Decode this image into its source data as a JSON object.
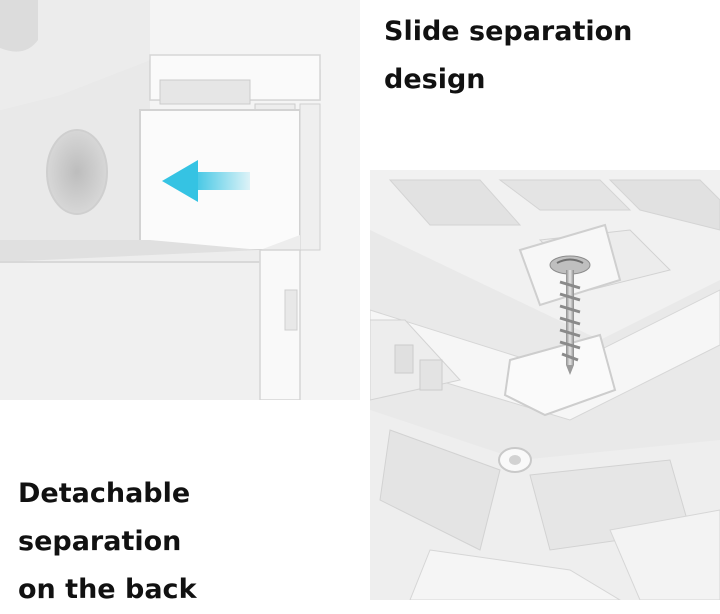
{
  "captions": {
    "top": "Slide separation\ndesign",
    "bottom": "Detachable separation\non the back"
  },
  "photos": {
    "top": {
      "subject": "white storage box with slide-in separator",
      "arrow_icon": "left-arrow-icon",
      "arrow_color": "#35c3e3"
    },
    "bottom": {
      "subject": "back of white separator with screw fastener",
      "screw_icon": "screw-icon",
      "screw_color": "#b8b8b8"
    }
  },
  "colors": {
    "background": "#ffffff",
    "plastic": "#f3f3f3",
    "plastic_shadow": "#d9d9d9",
    "caption_text": "#111111"
  }
}
